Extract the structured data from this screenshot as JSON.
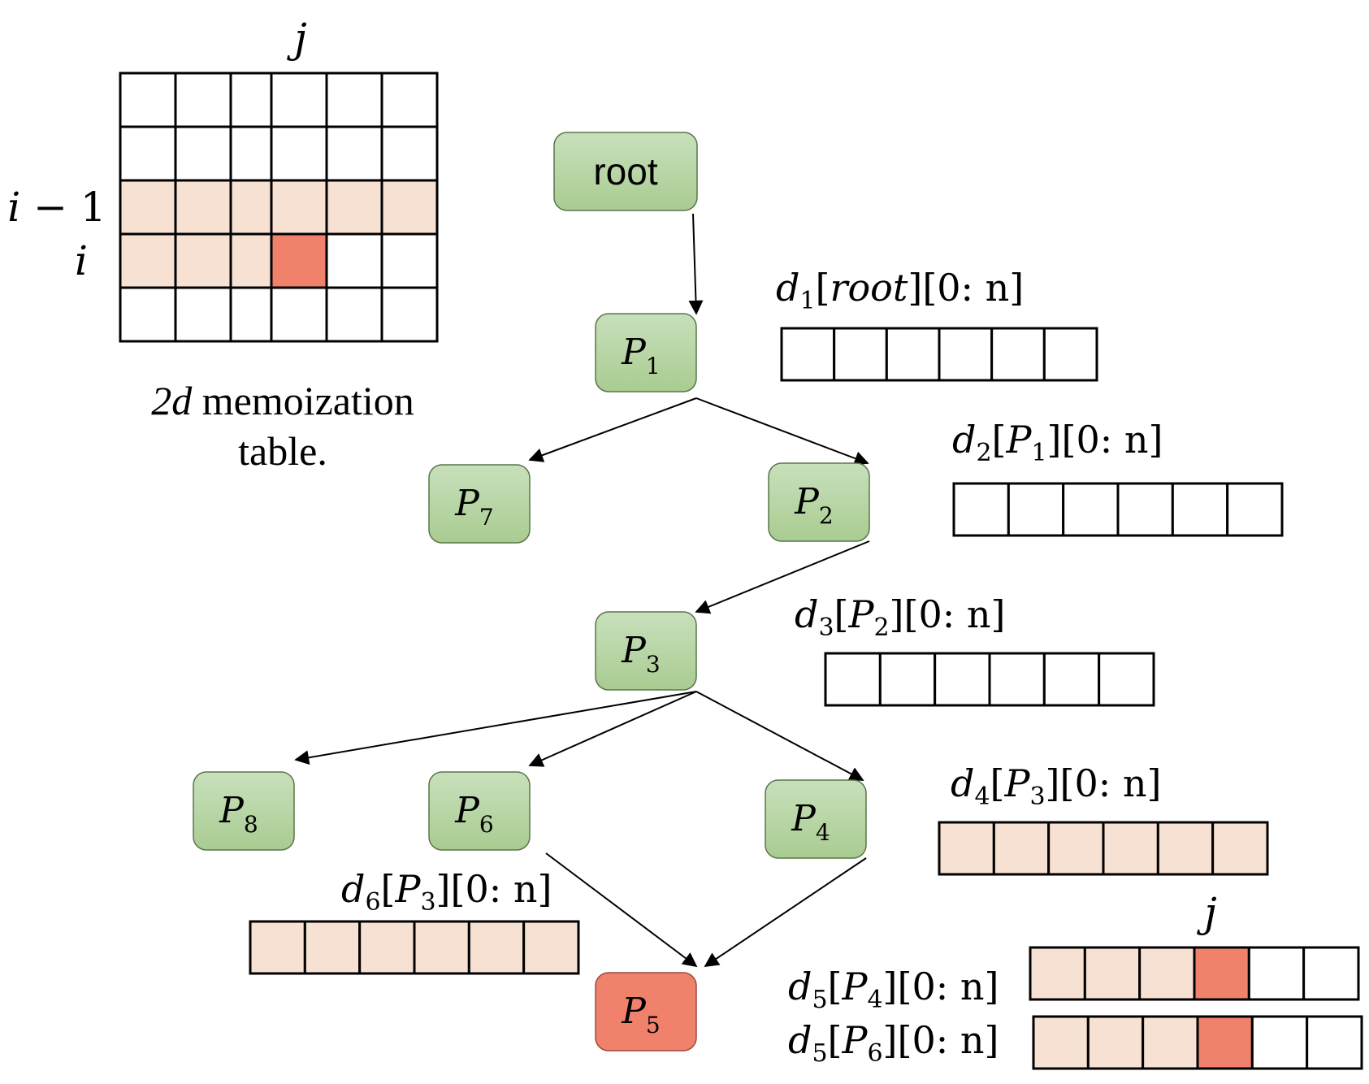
{
  "colors": {
    "node_green_top": "#c8e0bc",
    "node_green_bottom": "#a9cc91",
    "node_green_stroke": "#58764a",
    "node_red": "#f0826b",
    "node_red_stroke": "#9b4a3c",
    "cell_highlight": "#f7e1d2",
    "cell_target": "#f0826b",
    "cell_empty": "#ffffff"
  },
  "memo_table": {
    "column_label": "j",
    "row_label_prev": "i − 1",
    "row_label_curr": "i",
    "caption_line1_italic": "2d",
    "caption_line1_rest": " memoization",
    "caption_line2": "table.",
    "rows": [
      [
        "empty",
        "empty",
        "empty",
        "empty",
        "empty",
        "empty"
      ],
      [
        "empty",
        "empty",
        "empty",
        "empty",
        "empty",
        "empty"
      ],
      [
        "hl",
        "hl",
        "hl",
        "hl",
        "hl",
        "hl"
      ],
      [
        "hl",
        "hl",
        "hl",
        "target",
        "empty",
        "empty"
      ],
      [
        "empty",
        "empty",
        "empty",
        "empty",
        "empty",
        "empty"
      ]
    ]
  },
  "tree": {
    "nodes": [
      {
        "id": "root",
        "label": "root",
        "sub": "",
        "state": "green"
      },
      {
        "id": "P1",
        "label": "P",
        "sub": "1",
        "state": "green"
      },
      {
        "id": "P7",
        "label": "P",
        "sub": "7",
        "state": "green"
      },
      {
        "id": "P2",
        "label": "P",
        "sub": "2",
        "state": "green"
      },
      {
        "id": "P3",
        "label": "P",
        "sub": "3",
        "state": "green"
      },
      {
        "id": "P8",
        "label": "P",
        "sub": "8",
        "state": "green"
      },
      {
        "id": "P6",
        "label": "P",
        "sub": "6",
        "state": "green"
      },
      {
        "id": "P4",
        "label": "P",
        "sub": "4",
        "state": "green"
      },
      {
        "id": "P5",
        "label": "P",
        "sub": "5",
        "state": "red"
      }
    ],
    "edges": [
      [
        "root",
        "P1"
      ],
      [
        "P1",
        "P7"
      ],
      [
        "P1",
        "P2"
      ],
      [
        "P2",
        "P3"
      ],
      [
        "P3",
        "P8"
      ],
      [
        "P3",
        "P6"
      ],
      [
        "P3",
        "P4"
      ],
      [
        "P6",
        "P5"
      ],
      [
        "P4",
        "P5"
      ]
    ]
  },
  "arrays": [
    {
      "id": "d1",
      "d": "d",
      "sub": "1",
      "arg": "root",
      "arg_sub": "",
      "arg_italic": true,
      "range": "[0: n]",
      "cells": [
        "empty",
        "empty",
        "empty",
        "empty",
        "empty",
        "empty"
      ]
    },
    {
      "id": "d2",
      "d": "d",
      "sub": "2",
      "arg": "P",
      "arg_sub": "1",
      "arg_italic": true,
      "range": "[0: n]",
      "cells": [
        "empty",
        "empty",
        "empty",
        "empty",
        "empty",
        "empty"
      ]
    },
    {
      "id": "d3",
      "d": "d",
      "sub": "3",
      "arg": "P",
      "arg_sub": "2",
      "arg_italic": true,
      "range": "[0: n]",
      "cells": [
        "empty",
        "empty",
        "empty",
        "empty",
        "empty",
        "empty"
      ]
    },
    {
      "id": "d4",
      "d": "d",
      "sub": "4",
      "arg": "P",
      "arg_sub": "3",
      "arg_italic": true,
      "range": "[0: n]",
      "cells": [
        "hl",
        "hl",
        "hl",
        "hl",
        "hl",
        "hl"
      ]
    },
    {
      "id": "d6",
      "d": "d",
      "sub": "6",
      "arg": "P",
      "arg_sub": "3",
      "arg_italic": true,
      "range": "[0: n]",
      "cells": [
        "hl",
        "hl",
        "hl",
        "hl",
        "hl",
        "hl"
      ]
    },
    {
      "id": "d5a",
      "d": "d",
      "sub": "5",
      "arg": "P",
      "arg_sub": "4",
      "arg_italic": true,
      "range": "[0: n]",
      "cells": [
        "hl",
        "hl",
        "hl",
        "target",
        "empty",
        "empty"
      ]
    },
    {
      "id": "d5b",
      "d": "d",
      "sub": "5",
      "arg": "P",
      "arg_sub": "6",
      "arg_italic": true,
      "range": "[0: n]",
      "cells": [
        "hl",
        "hl",
        "hl",
        "target",
        "empty",
        "empty"
      ]
    }
  ],
  "d5_column_label": "j"
}
